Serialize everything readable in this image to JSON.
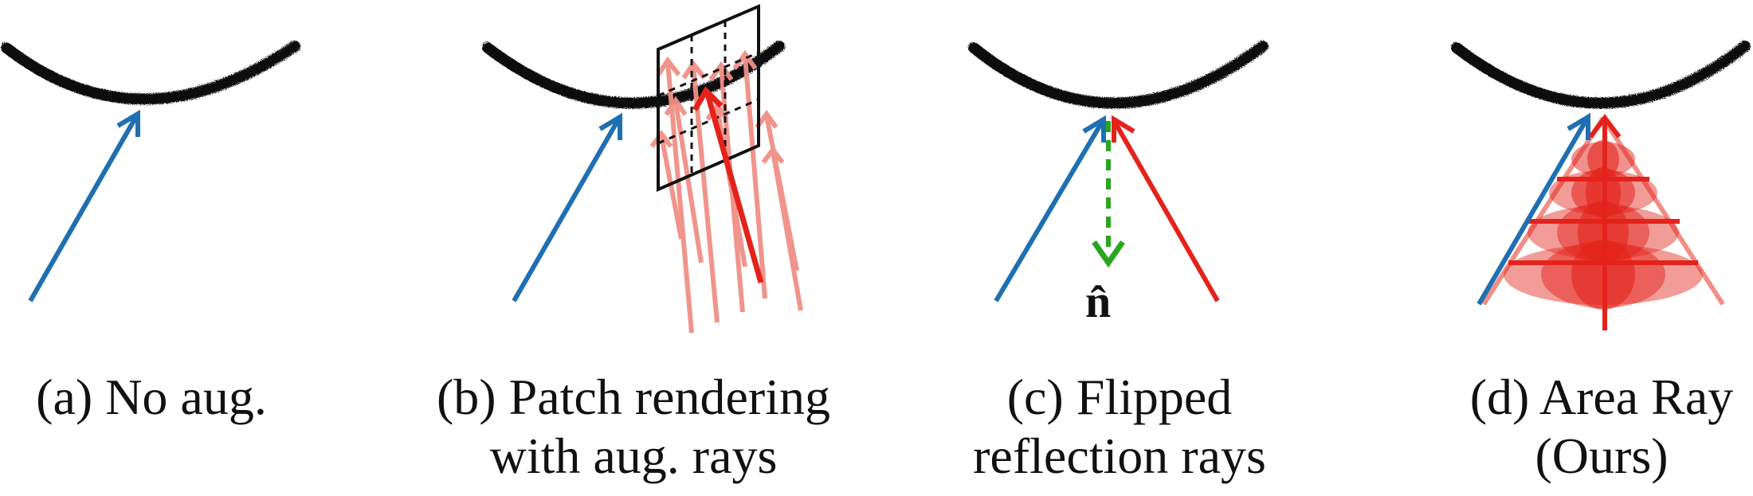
{
  "panels": [
    {
      "id": "a",
      "caption_lines": [
        "(a) No aug."
      ]
    },
    {
      "id": "b",
      "caption_lines": [
        "(b) Patch rendering",
        "with aug. rays"
      ]
    },
    {
      "id": "c",
      "caption_lines": [
        "(c) Flipped",
        "reflection rays"
      ]
    },
    {
      "id": "d",
      "caption_lines": [
        "(d) Area Ray",
        "(Ours)"
      ]
    }
  ],
  "normal_label": "n̂",
  "colors": {
    "surface": "#111111",
    "incident_ray": "#1f6fb2",
    "reflected_ray": "#e3231b",
    "augmented_ray": "#f08f86",
    "normal": "#2aa61e",
    "patch": "#111111"
  }
}
